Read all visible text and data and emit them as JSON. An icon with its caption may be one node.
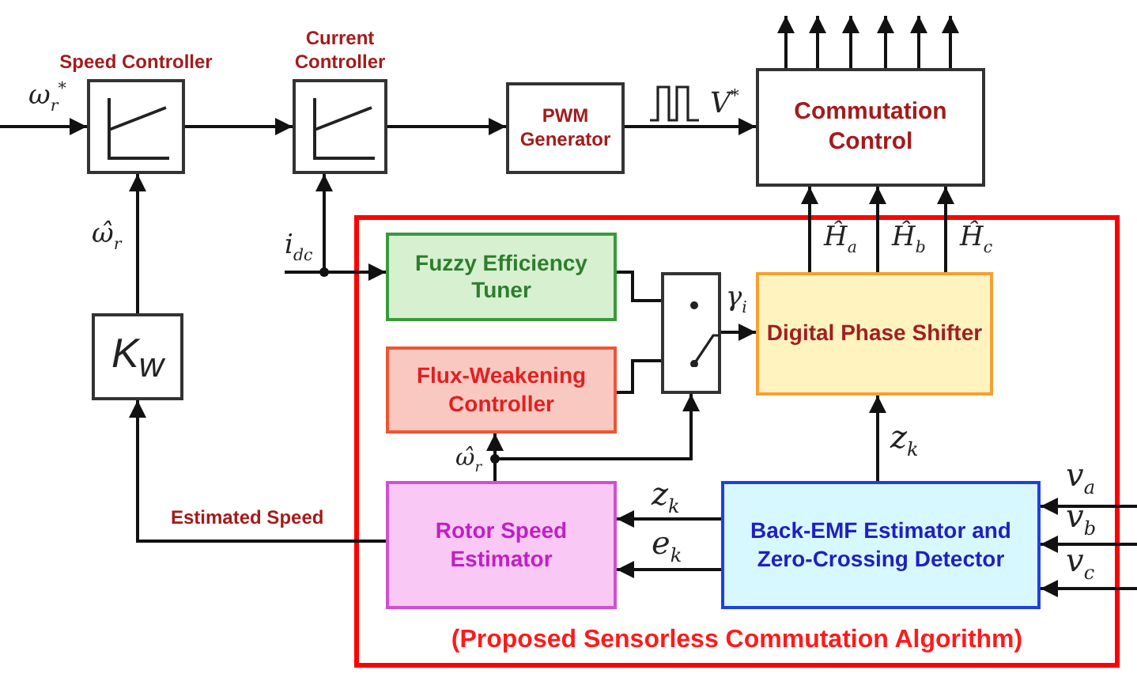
{
  "diagram": {
    "nodes": [
      {
        "text": [
          "Speed Controller"
        ]
      },
      {
        "text": [
          "Current Controller"
        ]
      },
      {
        "text": [
          "PWM Generator"
        ]
      },
      {
        "text": [
          "Commutation Control"
        ]
      },
      {
        "text": [
          "K$_{w}$"
        ]
      },
      {
        "text": [
          "(Proposed Sensorless Commutation Algorithm)"
        ]
      },
      {
        "text": [
          "Fuzzy Efficiency Tuner"
        ],
        "in": 5
      },
      {
        "text": [
          "Flux-Weakening Controller"
        ],
        "in": 5
      },
      {
        "text": [],
        "shape": "box",
        "in": 5
      },
      {
        "text": [
          "Digital Phase Shifter"
        ],
        "in": 5
      },
      {
        "text": [
          "Rotor Speed Estimator"
        ],
        "in": 5
      },
      {
        "text": [
          "Back-EMF Estimator and Zero-Crossing Detector"
        ],
        "in": 5
      }
    ],
    "edges": [
      {
        "from": null,
        "to": 0,
        "arrow": "to",
        "label": "ω$_{r}$$^{*}$"
      },
      {
        "from": 0,
        "to": 1,
        "arrow": "to"
      },
      {
        "from": 1,
        "to": 2,
        "arrow": "to"
      },
      {
        "from": 2,
        "to": 3,
        "arrow": "to",
        "label": "V$^{*}$"
      },
      {
        "from": 4,
        "to": 0,
        "arrow": "to",
        "label": "ω̂$_{r}$"
      },
      {
        "from": 10,
        "to": 4,
        "arrow": "to",
        "label": "Estimated Speed"
      },
      {
        "from": null,
        "to": 6,
        "arrow": "to",
        "label": "i$_{dc}$"
      },
      {
        "from": null,
        "to": 1,
        "arrow": "to"
      },
      {
        "from": 6,
        "to": 8,
        "arrow": "none"
      },
      {
        "from": 7,
        "to": 8,
        "arrow": "none"
      },
      {
        "from": 8,
        "to": 9,
        "arrow": "to",
        "label": "γ$_{i}$"
      },
      {
        "from": 9,
        "to": 3,
        "arrow": "to",
        "label": "Ĥ$_{a}$"
      },
      {
        "from": 9,
        "to": 3,
        "arrow": "to",
        "label": "Ĥ$_{b}$"
      },
      {
        "from": 9,
        "to": 3,
        "arrow": "to",
        "label": "Ĥ$_{c}$"
      },
      {
        "from": 11,
        "to": 9,
        "arrow": "to",
        "label": "z$_{k}$"
      },
      {
        "from": 11,
        "to": 10,
        "arrow": "to",
        "label": "z$_{k}$"
      },
      {
        "from": 11,
        "to": 10,
        "arrow": "to",
        "label": "e$_{k}$"
      },
      {
        "from": 10,
        "to": 7,
        "arrow": "to",
        "label": "ω̂$_{r}$"
      },
      {
        "from": 10,
        "to": 8,
        "arrow": "to"
      },
      {
        "from": null,
        "to": 11,
        "arrow": "to",
        "label": "v$_{a}$"
      },
      {
        "from": null,
        "to": 11,
        "arrow": "to",
        "label": "v$_{b}$"
      },
      {
        "from": null,
        "to": 11,
        "arrow": "to",
        "label": "v$_{c}$"
      },
      {
        "from": 3,
        "to": null,
        "arrow": "to"
      },
      {
        "from": 3,
        "to": null,
        "arrow": "to"
      },
      {
        "from": 3,
        "to": null,
        "arrow": "to"
      },
      {
        "from": 3,
        "to": null,
        "arrow": "to"
      },
      {
        "from": 3,
        "to": null,
        "arrow": "to"
      },
      {
        "from": 3,
        "to": null,
        "arrow": "to"
      }
    ]
  }
}
